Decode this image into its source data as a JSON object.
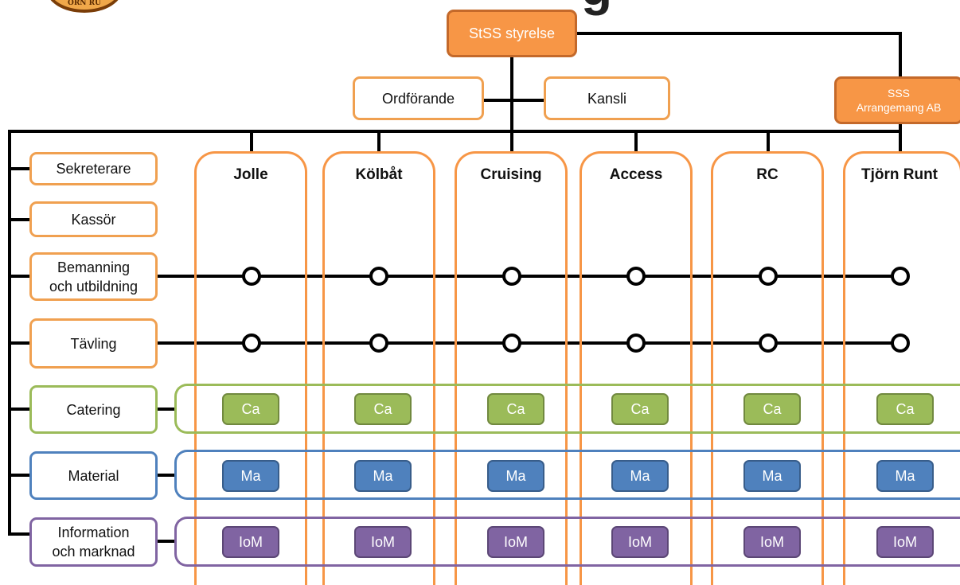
{
  "logo": {
    "text": "ÖRN RU"
  },
  "heading_fragment": "g",
  "board": {
    "label": "StSS styrelse"
  },
  "ordforande": {
    "label": "Ordförande"
  },
  "kansli": {
    "label": "Kansli"
  },
  "company": {
    "line1": "SSS",
    "line2": "Arrangemang AB"
  },
  "roles": [
    {
      "label": "Sekreterare"
    },
    {
      "label": "Kassör"
    },
    {
      "label": "Bemanning och utbildning"
    },
    {
      "label": "Tävling"
    },
    {
      "label": "Catering"
    },
    {
      "label": "Material"
    },
    {
      "label": "Information och marknad"
    }
  ],
  "departments": [
    {
      "label": "Jolle"
    },
    {
      "label": "Kölbåt"
    },
    {
      "label": "Cruising"
    },
    {
      "label": "Access"
    },
    {
      "label": "RC"
    },
    {
      "label": "Tjörn Runt"
    }
  ],
  "chips": {
    "catering": "Ca",
    "material": "Ma",
    "information": "IoM"
  },
  "colors": {
    "orange": "#f79646",
    "green": "#9bbb59",
    "blue": "#4f81bd",
    "purple": "#8064a2",
    "line": "#000000"
  }
}
